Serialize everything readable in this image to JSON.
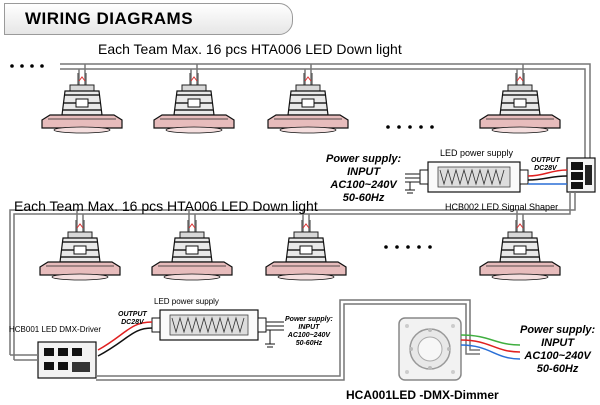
{
  "title": "WIRING DIAGRAMS",
  "teams": {
    "top": "Each Team  Max. 16 pcs HTA006 LED Down light",
    "middle": "Each Team  Max. 16 pcs HTA006  LED Down light"
  },
  "power_supply_top": {
    "line1": "Power supply:",
    "line2": "INPUT",
    "line3": "AC100~240V",
    "line4": "50-60Hz",
    "label": "LED power supply",
    "output_label": "OUTPUT",
    "output_value": "DC28V"
  },
  "power_supply_bottom": {
    "label": "LED power supply",
    "output_label": "OUTPUT",
    "output_value": "DC28V",
    "line1": "Power supply:",
    "line2": "INPUT",
    "line3": "AC100~240V",
    "line4": "50-60Hz"
  },
  "power_supply_right": {
    "line1": "Power supply:",
    "line2": "INPUT",
    "line3": "AC100~240V",
    "line4": "50-60Hz"
  },
  "signal_shaper_label": "HCB002  LED Signal Shaper",
  "dmx_driver_label": "HCB001  LED DMX-Driver",
  "dimmer_label": "HCA001LED -DMX-Dimmer",
  "ellipsis": "• • • •",
  "wire_colors": {
    "green": "#3fae3f",
    "red": "#e02020",
    "blue": "#2a6fd6",
    "pink": "#e8b4b4"
  }
}
